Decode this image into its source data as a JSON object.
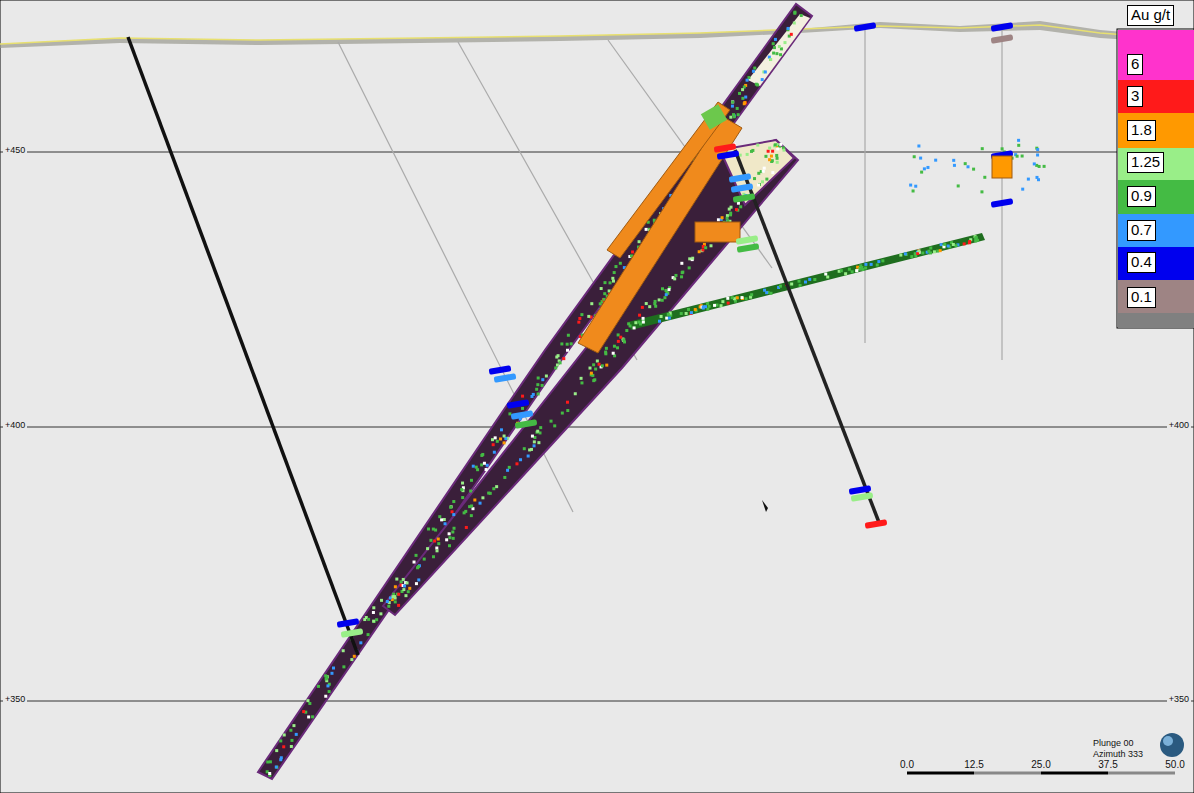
{
  "diagram": {
    "labels": [
      "Au g/t",
      "+450",
      "+400",
      "+400",
      "+350",
      "+350",
      "0.0",
      "12.5",
      "25.0",
      "37.5",
      "50.0",
      "Plunge 00",
      "Azimuth 333"
    ],
    "legend": [
      {
        "text": "6",
        "color": "#ff33cc"
      },
      {
        "text": "3",
        "color": "#ff1a1a"
      },
      {
        "text": "1.8",
        "color": "#ff9900"
      },
      {
        "text": "1.25",
        "color": "#99ee88"
      },
      {
        "text": "0.9",
        "color": "#44bb44"
      },
      {
        "text": "0.7",
        "color": "#3399ff"
      },
      {
        "text": "0.4",
        "color": "#0000ee"
      },
      {
        "text": "0.1",
        "color": "#9e8484"
      }
    ]
  }
}
